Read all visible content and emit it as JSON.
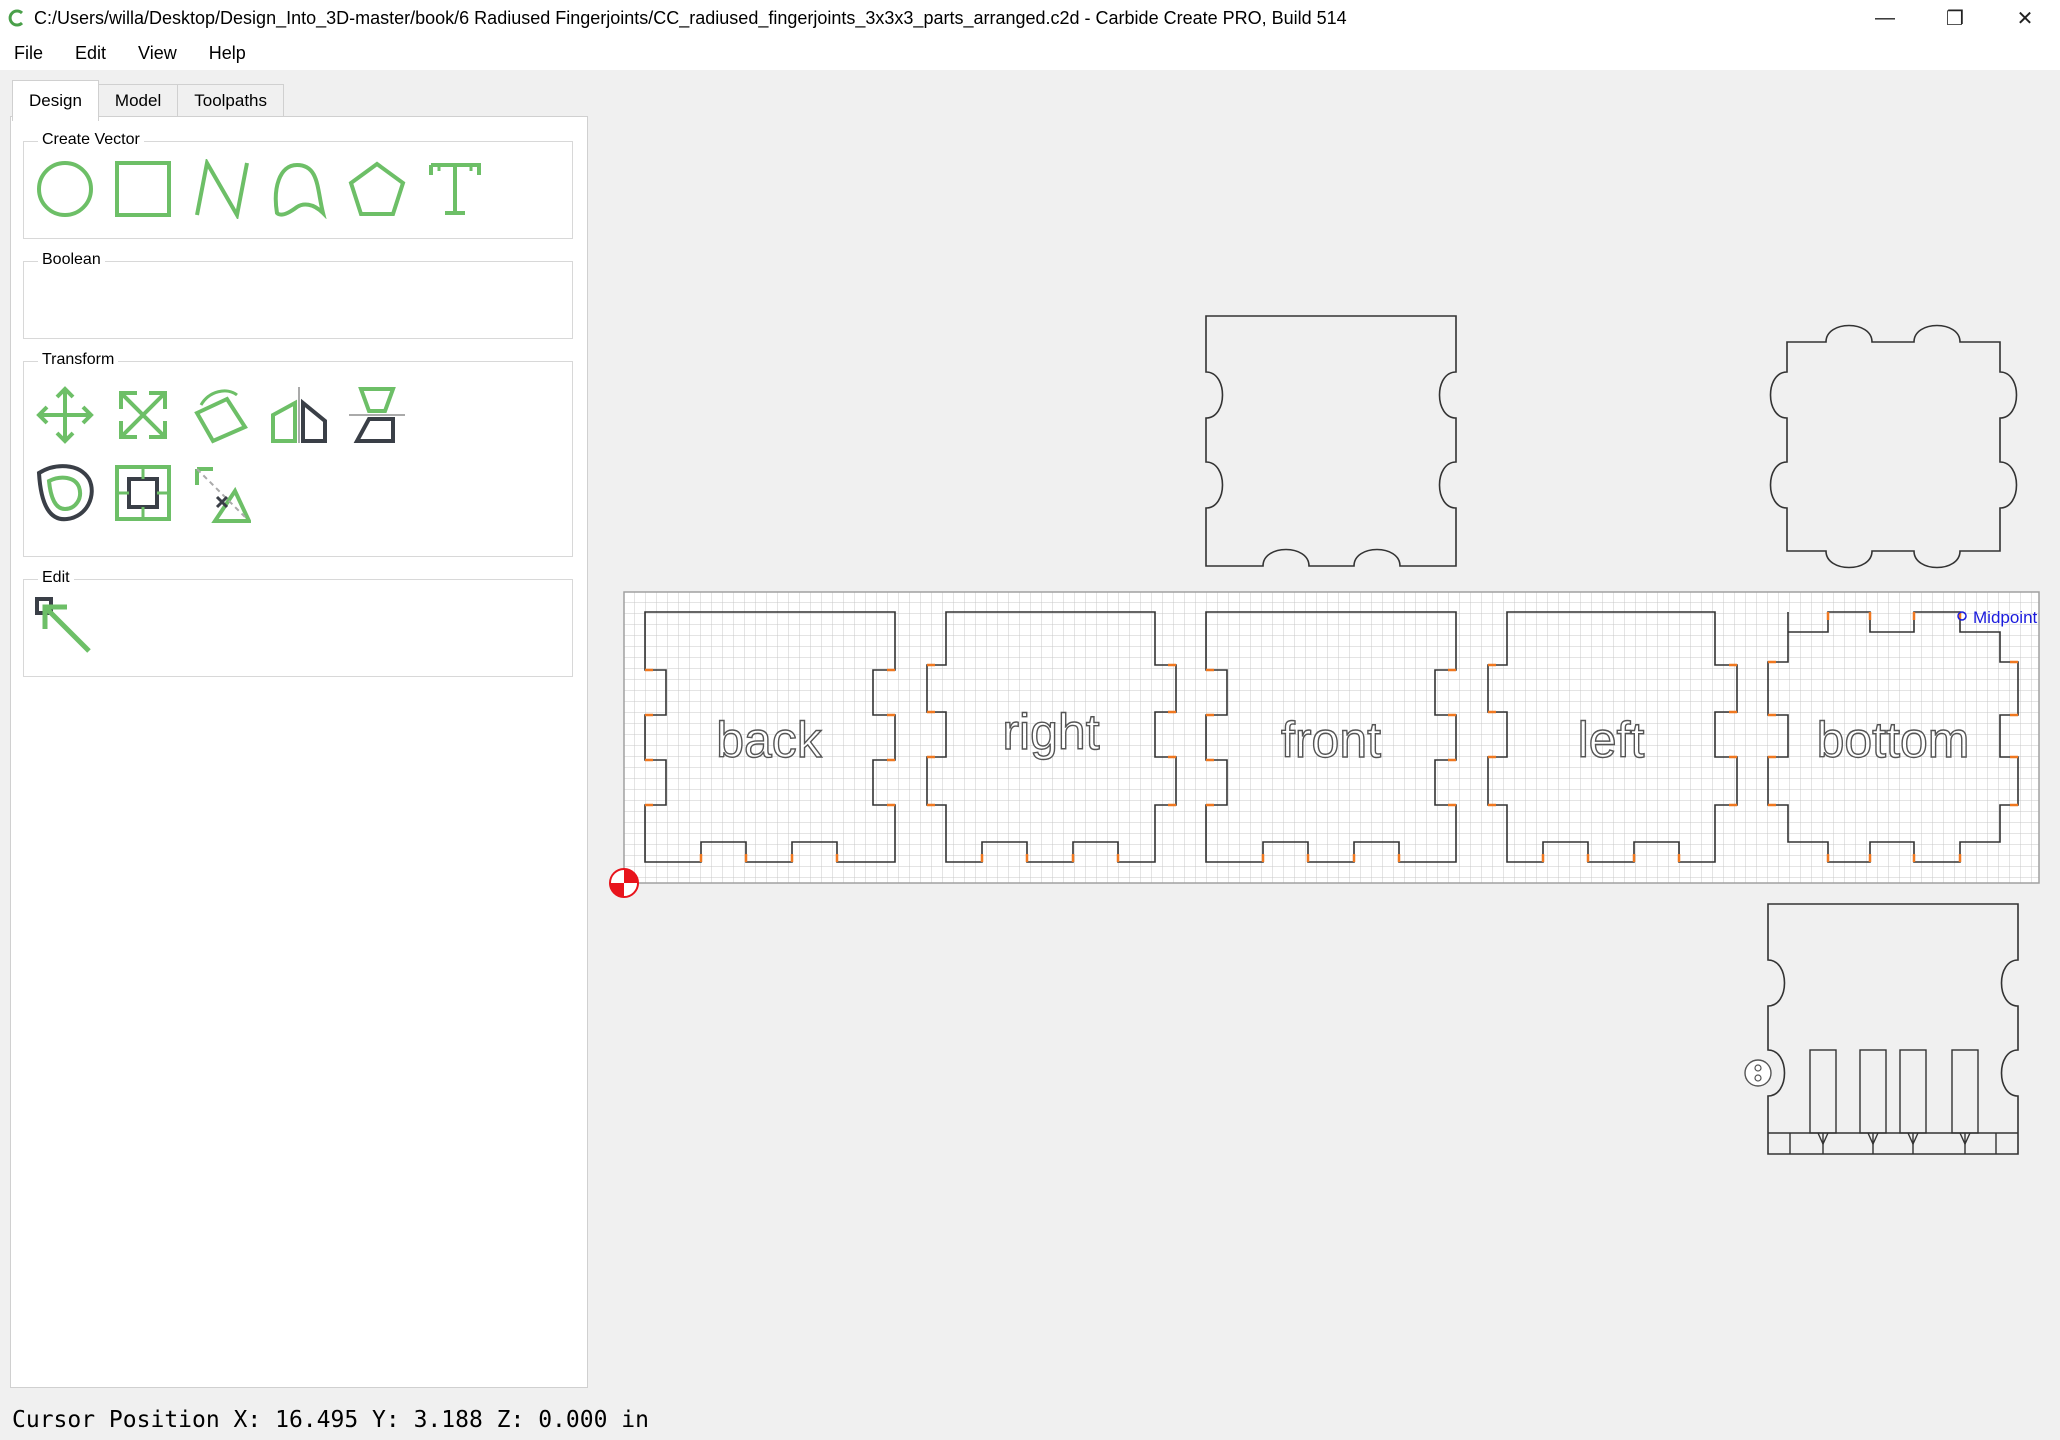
{
  "window": {
    "title": "C:/Users/willa/Desktop/Design_Into_3D-master/book/6 Radiused Fingerjoints/CC_radiused_fingerjoints_3x3x3_parts_arranged.c2d - Carbide Create PRO, Build 514",
    "minimize": "—",
    "restore": "❐",
    "close": "✕"
  },
  "menu": [
    {
      "label": "File"
    },
    {
      "label": "Edit"
    },
    {
      "label": "View"
    },
    {
      "label": "Help"
    }
  ],
  "tabs": [
    {
      "label": "Design"
    },
    {
      "label": "Model"
    },
    {
      "label": "Toolpaths"
    }
  ],
  "groups": {
    "create_vector": "Create Vector",
    "boolean": "Boolean",
    "transform": "Transform",
    "edit": "Edit"
  },
  "icons": {
    "create_vector": [
      "circle-icon",
      "rectangle-icon",
      "polyline-icon",
      "curve-icon",
      "polygon-icon",
      "text-icon"
    ],
    "transform": [
      "move-icon",
      "scale-icon",
      "rotate-icon",
      "mirror-icon",
      "flip-icon",
      "offset-icon",
      "align-icon",
      "trim-icon"
    ],
    "edit": [
      "select-node-icon"
    ]
  },
  "canvas": {
    "part_labels": [
      "back",
      "right",
      "front",
      "left",
      "bottom"
    ],
    "snap_label": "Midpoint"
  },
  "status": {
    "cursor": "Cursor Position X: 16.495 Y: 3.188 Z: 0.000 in"
  },
  "colors": {
    "accent_green": "#6dbf67",
    "tool_dark": "#3a3f47",
    "origin_red": "#e8141c",
    "tab_orange": "#f07820",
    "snap_blue": "#1a1adc"
  }
}
